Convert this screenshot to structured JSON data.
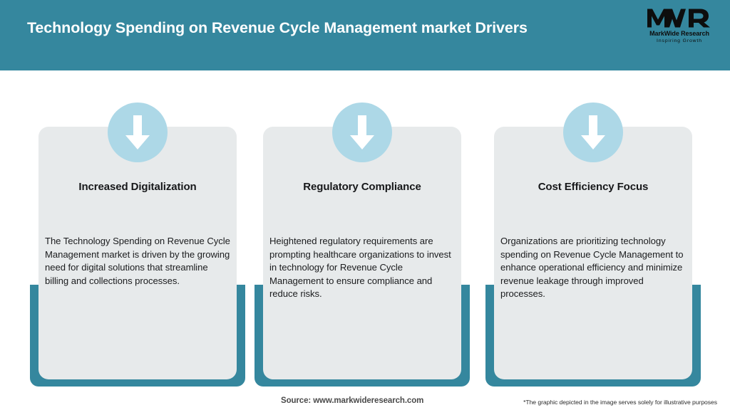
{
  "header": {
    "title": "Technology Spending on Revenue Cycle Management market Drivers",
    "background_color": "#35879E",
    "title_color": "#FFFFFF"
  },
  "logo": {
    "mark": "MWR",
    "name": "MarkWide Research",
    "tagline": "Inspiring Growth"
  },
  "theme": {
    "accent_teal": "#35879E",
    "panel_grey": "#E7EAEB",
    "icon_blue": "#ADD8E7",
    "arrow_white": "#FFFFFF"
  },
  "cards": [
    {
      "icon": "arrow-down-icon",
      "title": "Increased Digitalization",
      "body": "The Technology Spending on Revenue Cycle Management market is driven by the growing need for digital solutions that streamline billing and collections processes."
    },
    {
      "icon": "arrow-down-icon",
      "title": "Regulatory Compliance",
      "body": "Heightened regulatory requirements are prompting healthcare organizations to invest in technology for Revenue Cycle Management to ensure compliance and reduce risks."
    },
    {
      "icon": "arrow-down-icon",
      "title": "Cost Efficiency Focus",
      "body": "Organizations are prioritizing technology spending on Revenue Cycle Management to enhance operational efficiency and minimize revenue leakage through improved processes."
    }
  ],
  "footer": {
    "source": "Source: www.markwideresearch.com",
    "disclaimer": "*The graphic depicted in the image serves solely for illustrative purposes"
  }
}
